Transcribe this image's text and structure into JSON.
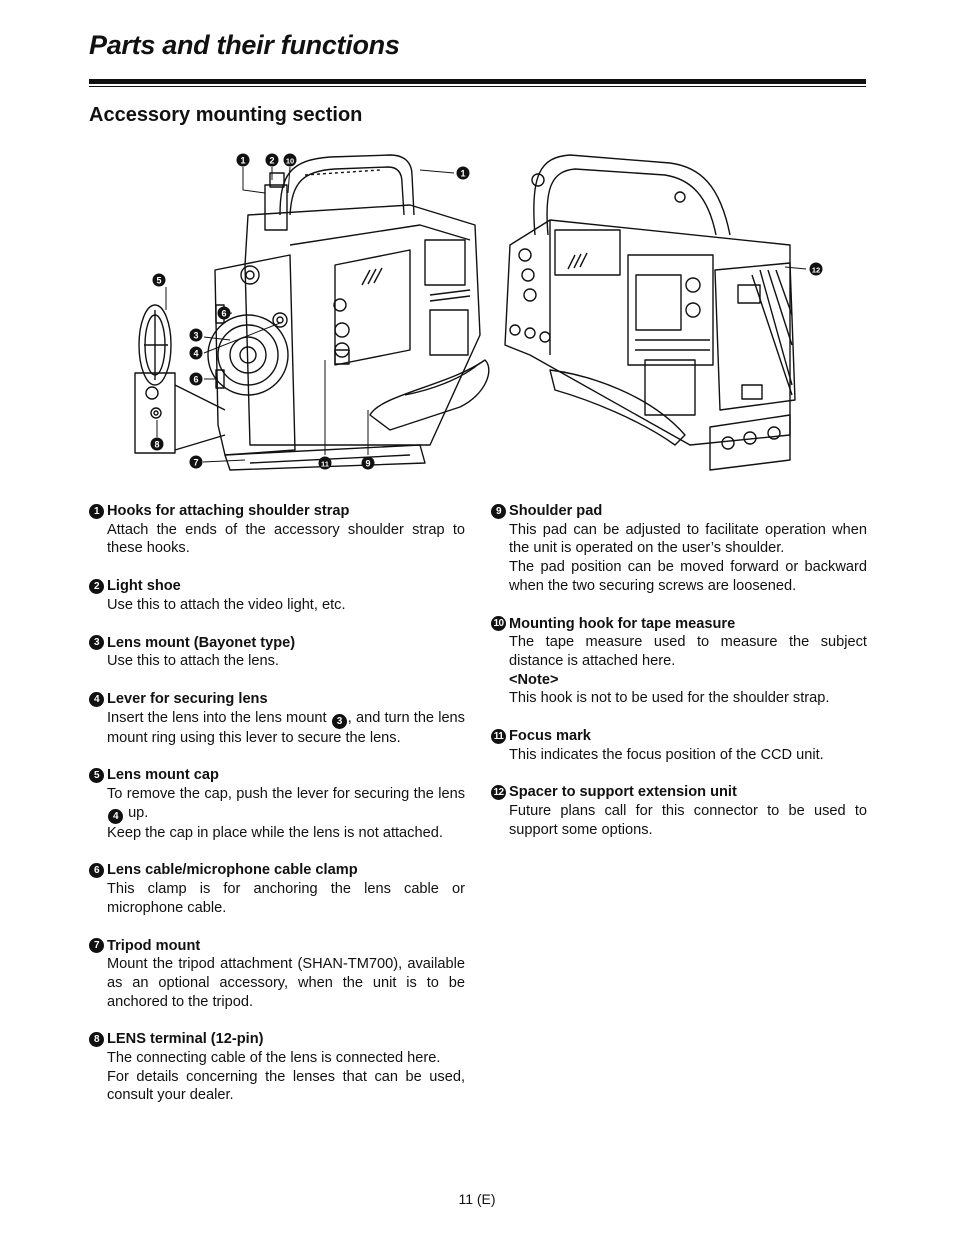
{
  "header": {
    "title": "Parts and their functions"
  },
  "section": {
    "heading": "Accessory mounting section"
  },
  "figure": {
    "callouts_left_view": [
      "1",
      "2",
      "10",
      "1",
      "5",
      "6",
      "3",
      "4",
      "6",
      "8",
      "7",
      "11",
      "9"
    ],
    "callouts_right_view": [
      "12"
    ]
  },
  "items": [
    {
      "num": "1",
      "title": "Hooks for attaching shoulder strap",
      "text": [
        "Attach the ends of the accessory shoulder strap to these hooks."
      ]
    },
    {
      "num": "2",
      "title": "Light shoe",
      "text": [
        "Use this to attach the video light, etc."
      ]
    },
    {
      "num": "3",
      "title": "Lens mount (Bayonet type)",
      "text": [
        "Use this to attach the lens."
      ]
    },
    {
      "num": "4",
      "title": "Lever for securing lens",
      "text_a": "Insert the lens into the lens mount",
      "ref": "3",
      "text_b": ", and turn the lens mount ring using this lever to secure the lens."
    },
    {
      "num": "5",
      "title": "Lens mount cap",
      "text_a": "To remove the cap, push the lever for securing the lens",
      "ref": "4",
      "text_b": "up.",
      "text_c": "Keep the cap in place while the lens is not attached."
    },
    {
      "num": "6",
      "title": "Lens cable/microphone cable clamp",
      "text": [
        "This clamp is for anchoring the lens cable or microphone cable."
      ]
    },
    {
      "num": "7",
      "title": "Tripod mount",
      "text": [
        "Mount the tripod attachment (SHAN-TM700), available as an optional accessory, when the unit is to be anchored to the tripod."
      ]
    },
    {
      "num": "8",
      "title": "LENS terminal (12-pin)",
      "text": [
        "The connecting cable of the lens is connected here.",
        "For details concerning the lenses that can be used, consult your dealer."
      ]
    },
    {
      "num": "9",
      "title": "Shoulder pad",
      "text": [
        "This pad can be adjusted to facilitate operation when the unit is operated on the user’s shoulder.",
        "The pad position can be moved forward or backward when the two securing screws are loosened."
      ]
    },
    {
      "num": "10",
      "title": "Mounting hook for tape measure",
      "text": [
        "The tape measure used to measure the subject distance is attached here."
      ],
      "note_label": "<Note>",
      "note": "This hook is not to be used for the shoulder strap."
    },
    {
      "num": "11",
      "title": "Focus mark",
      "text": [
        "This indicates the focus position of the CCD unit."
      ]
    },
    {
      "num": "12",
      "title": "Spacer to support extension unit",
      "text": [
        "Future plans call for this connector to be used to support some options."
      ]
    }
  ],
  "footer": {
    "page_number": "11 (E)"
  }
}
